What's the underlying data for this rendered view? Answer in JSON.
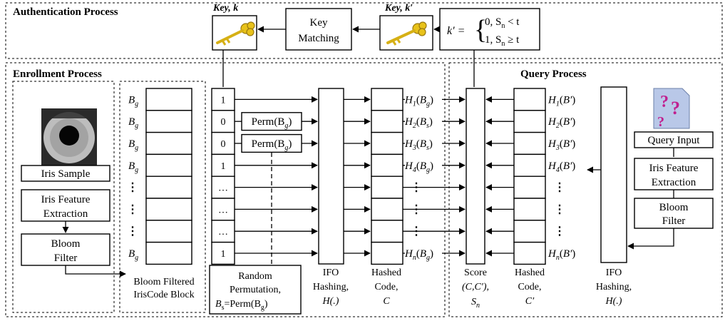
{
  "sections": {
    "authentication": "Authentication Process",
    "enrollment": "Enrollment Process",
    "query": "Query Process"
  },
  "keys": {
    "key_k": "Key, k",
    "key_k_prime": "Key, k′",
    "key_matching": [
      "Key",
      "Matching"
    ],
    "formula_lhs": "k′ =",
    "formula_case1": "0, S",
    "formula_case1_sub": "n",
    "formula_case1_rest": " < t",
    "formula_case2": "1, S",
    "formula_case2_sub": "n",
    "formula_case2_rest": " ≥ t"
  },
  "enrollment": {
    "iris_sample": "Iris Sample",
    "iris_feature": [
      "Iris Feature",
      "Extraction"
    ],
    "bloom_filter": [
      "Bloom",
      "Filter"
    ],
    "bloom_block_caption": [
      "Bloom Filtered",
      "IrisCode Block"
    ],
    "bg_label": "B",
    "bg_sub": "g",
    "key_bits": [
      "1",
      "0",
      "0",
      "1",
      "…",
      "…",
      "…",
      "1"
    ],
    "perm_label": "Perm(B",
    "perm_sub": "g",
    "perm_close": ")",
    "random_perm": [
      "Random",
      "Permutation,"
    ],
    "random_perm_eq": "=Perm(B",
    "ifo_hashing": [
      "IFO",
      "Hashing,",
      "H(.)"
    ],
    "hashed_code": [
      "Hashed",
      "Code,",
      "C"
    ],
    "hash_outputs": [
      {
        "fn": "H",
        "idx": "1",
        "arg": "B",
        "argsub": "g"
      },
      {
        "fn": "H",
        "idx": "2",
        "arg": "B",
        "argsub": "s"
      },
      {
        "fn": "H",
        "idx": "3",
        "arg": "B",
        "argsub": "s"
      },
      {
        "fn": "H",
        "idx": "4",
        "arg": "B",
        "argsub": "g"
      },
      {
        "fn": "H",
        "idx": "n",
        "arg": "B",
        "argsub": "g"
      }
    ]
  },
  "query": {
    "score": [
      "Score",
      "(C,C′),",
      "S"
    ],
    "hashed_code": [
      "Hashed",
      "Code,",
      "C′"
    ],
    "ifo_hashing": [
      "IFO",
      "Hashing,",
      "H(.)"
    ],
    "query_input": "Query Input",
    "iris_feature": [
      "Iris Feature",
      "Extraction"
    ],
    "bloom_filter": [
      "Bloom",
      "Filter"
    ],
    "hash_outputs": [
      {
        "fn": "H",
        "idx": "1",
        "arg": "B′"
      },
      {
        "fn": "H",
        "idx": "2",
        "arg": "B′"
      },
      {
        "fn": "H",
        "idx": "3",
        "arg": "B′"
      },
      {
        "fn": "H",
        "idx": "4",
        "arg": "B′"
      },
      {
        "fn": "H",
        "idx": "n",
        "arg": "B′"
      }
    ]
  },
  "colors": {
    "key_gold": "#e8c21a",
    "key_outline": "#9a7a10",
    "question_magenta": "#c0208f",
    "question_bg": "#b9c8e8"
  }
}
